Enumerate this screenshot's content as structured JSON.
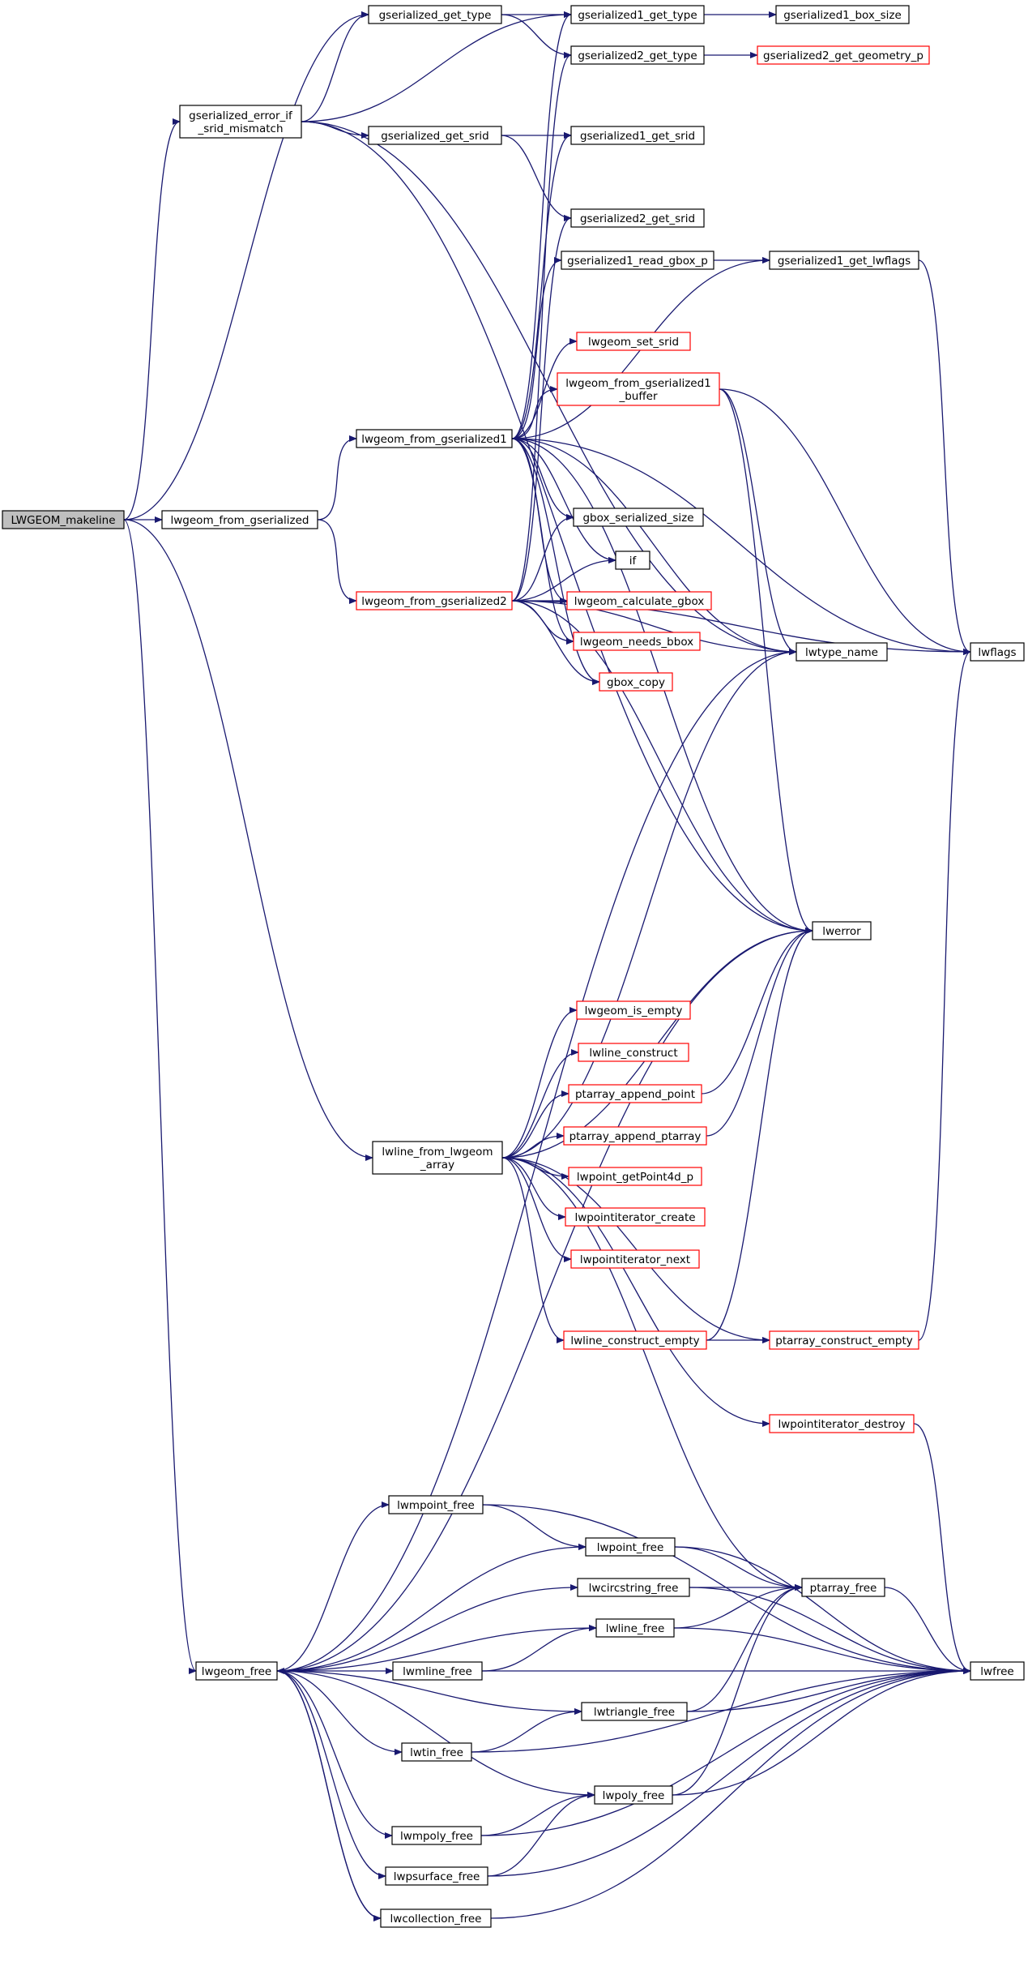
{
  "colors": {
    "edge": "#191970",
    "node_border": "#000000",
    "node_border_undocumented": "#ff0000",
    "root_fill": "#bfbfbf",
    "node_fill": "#ffffff"
  },
  "nodes": [
    {
      "id": "LWGEOM_makeline",
      "label": [
        "LWGEOM_makeline"
      ],
      "style": "root"
    },
    {
      "id": "lwgeom_from_gserialized",
      "label": [
        "lwgeom_from_gserialized"
      ],
      "style": "normal"
    },
    {
      "id": "gserialized_error_if_srid_mismatch",
      "label": [
        "gserialized_error_if",
        "_srid_mismatch"
      ],
      "style": "normal"
    },
    {
      "id": "gserialized_get_type",
      "label": [
        "gserialized_get_type"
      ],
      "style": "normal"
    },
    {
      "id": "gserialized_get_srid",
      "label": [
        "gserialized_get_srid"
      ],
      "style": "normal"
    },
    {
      "id": "lwgeom_from_gserialized1",
      "label": [
        "lwgeom_from_gserialized1"
      ],
      "style": "normal"
    },
    {
      "id": "lwgeom_from_gserialized2",
      "label": [
        "lwgeom_from_gserialized2"
      ],
      "style": "undocumented"
    },
    {
      "id": "lwline_from_lwgeom_array",
      "label": [
        "lwline_from_lwgeom",
        "_array"
      ],
      "style": "normal"
    },
    {
      "id": "lwgeom_free",
      "label": [
        "lwgeom_free"
      ],
      "style": "normal"
    },
    {
      "id": "gserialized1_get_type",
      "label": [
        "gserialized1_get_type"
      ],
      "style": "normal"
    },
    {
      "id": "gserialized2_get_type",
      "label": [
        "gserialized2_get_type"
      ],
      "style": "normal"
    },
    {
      "id": "gserialized1_get_srid",
      "label": [
        "gserialized1_get_srid"
      ],
      "style": "normal"
    },
    {
      "id": "gserialized2_get_srid",
      "label": [
        "gserialized2_get_srid"
      ],
      "style": "normal"
    },
    {
      "id": "gserialized1_read_gbox_p",
      "label": [
        "gserialized1_read_gbox_p"
      ],
      "style": "normal"
    },
    {
      "id": "lwgeom_set_srid",
      "label": [
        "lwgeom_set_srid"
      ],
      "style": "undocumented"
    },
    {
      "id": "lwgeom_from_gserialized1_buffer",
      "label": [
        "lwgeom_from_gserialized1",
        "_buffer"
      ],
      "style": "undocumented"
    },
    {
      "id": "gbox_serialized_size",
      "label": [
        "gbox_serialized_size"
      ],
      "style": "normal"
    },
    {
      "id": "if",
      "label": [
        "if"
      ],
      "style": "normal"
    },
    {
      "id": "lwgeom_calculate_gbox",
      "label": [
        "lwgeom_calculate_gbox"
      ],
      "style": "undocumented"
    },
    {
      "id": "lwgeom_needs_bbox",
      "label": [
        "lwgeom_needs_bbox"
      ],
      "style": "undocumented"
    },
    {
      "id": "gbox_copy",
      "label": [
        "gbox_copy"
      ],
      "style": "undocumented"
    },
    {
      "id": "lwgeom_is_empty",
      "label": [
        "lwgeom_is_empty"
      ],
      "style": "undocumented"
    },
    {
      "id": "lwline_construct",
      "label": [
        "lwline_construct"
      ],
      "style": "undocumented"
    },
    {
      "id": "ptarray_append_point",
      "label": [
        "ptarray_append_point"
      ],
      "style": "undocumented"
    },
    {
      "id": "ptarray_append_ptarray",
      "label": [
        "ptarray_append_ptarray"
      ],
      "style": "undocumented"
    },
    {
      "id": "lwpoint_getPoint4d_p",
      "label": [
        "lwpoint_getPoint4d_p"
      ],
      "style": "undocumented"
    },
    {
      "id": "lwpointiterator_create",
      "label": [
        "lwpointiterator_create"
      ],
      "style": "undocumented"
    },
    {
      "id": "lwpointiterator_next",
      "label": [
        "lwpointiterator_next"
      ],
      "style": "undocumented"
    },
    {
      "id": "lwline_construct_empty",
      "label": [
        "lwline_construct_empty"
      ],
      "style": "undocumented"
    },
    {
      "id": "lwpointiterator_destroy",
      "label": [
        "lwpointiterator_destroy"
      ],
      "style": "undocumented"
    },
    {
      "id": "lwmpoint_free",
      "label": [
        "lwmpoint_free"
      ],
      "style": "normal"
    },
    {
      "id": "lwpoint_free",
      "label": [
        "lwpoint_free"
      ],
      "style": "normal"
    },
    {
      "id": "lwcircstring_free",
      "label": [
        "lwcircstring_free"
      ],
      "style": "normal"
    },
    {
      "id": "lwline_free",
      "label": [
        "lwline_free"
      ],
      "style": "normal"
    },
    {
      "id": "lwmline_free",
      "label": [
        "lwmline_free"
      ],
      "style": "normal"
    },
    {
      "id": "lwtriangle_free",
      "label": [
        "lwtriangle_free"
      ],
      "style": "normal"
    },
    {
      "id": "lwtin_free",
      "label": [
        "lwtin_free"
      ],
      "style": "normal"
    },
    {
      "id": "lwpoly_free",
      "label": [
        "lwpoly_free"
      ],
      "style": "normal"
    },
    {
      "id": "lwmpoly_free",
      "label": [
        "lwmpoly_free"
      ],
      "style": "normal"
    },
    {
      "id": "lwpsurface_free",
      "label": [
        "lwpsurface_free"
      ],
      "style": "normal"
    },
    {
      "id": "lwcollection_free",
      "label": [
        "lwcollection_free"
      ],
      "style": "normal"
    },
    {
      "id": "gserialized1_box_size",
      "label": [
        "gserialized1_box_size"
      ],
      "style": "normal"
    },
    {
      "id": "gserialized2_get_geometry_p",
      "label": [
        "gserialized2_get_geometry_p"
      ],
      "style": "undocumented"
    },
    {
      "id": "gserialized1_get_lwflags",
      "label": [
        "gserialized1_get_lwflags"
      ],
      "style": "normal"
    },
    {
      "id": "lwtype_name",
      "label": [
        "lwtype_name"
      ],
      "style": "normal"
    },
    {
      "id": "lwerror",
      "label": [
        "lwerror"
      ],
      "style": "normal"
    },
    {
      "id": "ptarray_construct_empty",
      "label": [
        "ptarray_construct_empty"
      ],
      "style": "undocumented"
    },
    {
      "id": "ptarray_free",
      "label": [
        "ptarray_free"
      ],
      "style": "normal"
    },
    {
      "id": "lwflags",
      "label": [
        "lwflags"
      ],
      "style": "normal"
    },
    {
      "id": "lwfree",
      "label": [
        "lwfree"
      ],
      "style": "normal"
    }
  ],
  "edges": [
    [
      "LWGEOM_makeline",
      "gserialized_get_type"
    ],
    [
      "LWGEOM_makeline",
      "gserialized_error_if_srid_mismatch"
    ],
    [
      "LWGEOM_makeline",
      "lwgeom_from_gserialized"
    ],
    [
      "LWGEOM_makeline",
      "lwline_from_lwgeom_array"
    ],
    [
      "LWGEOM_makeline",
      "lwgeom_free"
    ],
    [
      "gserialized_error_if_srid_mismatch",
      "gserialized_get_type"
    ],
    [
      "gserialized_error_if_srid_mismatch",
      "gserialized1_get_type"
    ],
    [
      "gserialized_error_if_srid_mismatch",
      "lwtype_name"
    ],
    [
      "gserialized_error_if_srid_mismatch",
      "gserialized_get_srid"
    ],
    [
      "gserialized_error_if_srid_mismatch",
      "lwerror"
    ],
    [
      "gserialized_get_type",
      "gserialized1_get_type"
    ],
    [
      "gserialized_get_type",
      "gserialized2_get_type"
    ],
    [
      "gserialized1_get_type",
      "gserialized1_box_size"
    ],
    [
      "gserialized2_get_type",
      "gserialized2_get_geometry_p"
    ],
    [
      "gserialized_get_srid",
      "gserialized1_get_srid"
    ],
    [
      "gserialized_get_srid",
      "gserialized2_get_srid"
    ],
    [
      "gserialized1_read_gbox_p",
      "gserialized1_get_lwflags"
    ],
    [
      "gserialized1_get_lwflags",
      "lwflags"
    ],
    [
      "lwgeom_from_gserialized",
      "lwgeom_from_gserialized1"
    ],
    [
      "lwgeom_from_gserialized",
      "lwgeom_from_gserialized2"
    ],
    [
      "lwgeom_from_gserialized1",
      "gserialized1_get_type"
    ],
    [
      "lwgeom_from_gserialized1",
      "gserialized1_get_srid"
    ],
    [
      "lwgeom_from_gserialized1",
      "gserialized1_get_lwflags"
    ],
    [
      "lwgeom_from_gserialized1",
      "gserialized1_read_gbox_p"
    ],
    [
      "lwgeom_from_gserialized1",
      "lwflags"
    ],
    [
      "lwgeom_from_gserialized1",
      "lwgeom_set_srid"
    ],
    [
      "lwgeom_from_gserialized1",
      "lwgeom_from_gserialized1_buffer"
    ],
    [
      "lwgeom_from_gserialized1",
      "lwtype_name"
    ],
    [
      "lwgeom_from_gserialized1",
      "gbox_serialized_size"
    ],
    [
      "lwgeom_from_gserialized1",
      "if"
    ],
    [
      "lwgeom_from_gserialized1",
      "lwgeom_calculate_gbox"
    ],
    [
      "lwgeom_from_gserialized1",
      "lwgeom_needs_bbox"
    ],
    [
      "lwgeom_from_gserialized1",
      "gbox_copy"
    ],
    [
      "lwgeom_from_gserialized1",
      "lwerror"
    ],
    [
      "lwgeom_from_gserialized1_buffer",
      "lwflags"
    ],
    [
      "lwgeom_from_gserialized1_buffer",
      "lwtype_name"
    ],
    [
      "lwgeom_from_gserialized1_buffer",
      "lwerror"
    ],
    [
      "lwgeom_from_gserialized2",
      "gserialized2_get_type"
    ],
    [
      "lwgeom_from_gserialized2",
      "gserialized2_get_srid"
    ],
    [
      "lwgeom_from_gserialized2",
      "gbox_serialized_size"
    ],
    [
      "lwgeom_from_gserialized2",
      "if"
    ],
    [
      "lwgeom_from_gserialized2",
      "lwgeom_calculate_gbox"
    ],
    [
      "lwgeom_from_gserialized2",
      "lwgeom_needs_bbox"
    ],
    [
      "lwgeom_from_gserialized2",
      "gbox_copy"
    ],
    [
      "lwgeom_from_gserialized2",
      "lwtype_name"
    ],
    [
      "lwgeom_from_gserialized2",
      "lwflags"
    ],
    [
      "lwgeom_from_gserialized2",
      "lwerror"
    ],
    [
      "lwline_from_lwgeom_array",
      "lwtype_name"
    ],
    [
      "lwline_from_lwgeom_array",
      "lwerror"
    ],
    [
      "lwline_from_lwgeom_array",
      "lwgeom_is_empty"
    ],
    [
      "lwline_from_lwgeom_array",
      "lwline_construct"
    ],
    [
      "lwline_from_lwgeom_array",
      "ptarray_append_point"
    ],
    [
      "lwline_from_lwgeom_array",
      "ptarray_append_ptarray"
    ],
    [
      "lwline_from_lwgeom_array",
      "lwpoint_getPoint4d_p"
    ],
    [
      "lwline_from_lwgeom_array",
      "lwpointiterator_create"
    ],
    [
      "lwline_from_lwgeom_array",
      "lwpointiterator_next"
    ],
    [
      "lwline_from_lwgeom_array",
      "lwline_construct_empty"
    ],
    [
      "lwline_from_lwgeom_array",
      "ptarray_construct_empty"
    ],
    [
      "lwline_from_lwgeom_array",
      "lwpointiterator_destroy"
    ],
    [
      "lwline_from_lwgeom_array",
      "ptarray_free"
    ],
    [
      "ptarray_append_point",
      "lwerror"
    ],
    [
      "ptarray_append_ptarray",
      "lwerror"
    ],
    [
      "lwline_construct_empty",
      "lwerror"
    ],
    [
      "lwline_construct_empty",
      "ptarray_construct_empty"
    ],
    [
      "ptarray_construct_empty",
      "lwflags"
    ],
    [
      "lwpointiterator_destroy",
      "lwfree"
    ],
    [
      "lwgeom_free",
      "lwtype_name"
    ],
    [
      "lwgeom_free",
      "lwmpoint_free"
    ],
    [
      "lwgeom_free",
      "lwpoint_free"
    ],
    [
      "lwgeom_free",
      "lwcircstring_free"
    ],
    [
      "lwgeom_free",
      "lwline_free"
    ],
    [
      "lwgeom_free",
      "lwmline_free"
    ],
    [
      "lwgeom_free",
      "lwtriangle_free"
    ],
    [
      "lwgeom_free",
      "lwtin_free"
    ],
    [
      "lwgeom_free",
      "lwpoly_free"
    ],
    [
      "lwgeom_free",
      "lwmpoly_free"
    ],
    [
      "lwgeom_free",
      "lwpsurface_free"
    ],
    [
      "lwgeom_free",
      "lwcollection_free"
    ],
    [
      "lwgeom_free",
      "lwerror"
    ],
    [
      "lwmpoint_free",
      "lwpoint_free"
    ],
    [
      "lwmpoint_free",
      "lwfree"
    ],
    [
      "lwpoint_free",
      "ptarray_free"
    ],
    [
      "lwpoint_free",
      "lwfree"
    ],
    [
      "lwcircstring_free",
      "ptarray_free"
    ],
    [
      "lwcircstring_free",
      "lwfree"
    ],
    [
      "lwline_free",
      "ptarray_free"
    ],
    [
      "lwline_free",
      "lwfree"
    ],
    [
      "lwmline_free",
      "lwline_free"
    ],
    [
      "lwmline_free",
      "lwfree"
    ],
    [
      "lwtriangle_free",
      "ptarray_free"
    ],
    [
      "lwtriangle_free",
      "lwfree"
    ],
    [
      "lwtin_free",
      "lwtriangle_free"
    ],
    [
      "lwtin_free",
      "lwfree"
    ],
    [
      "lwpoly_free",
      "ptarray_free"
    ],
    [
      "lwpoly_free",
      "lwfree"
    ],
    [
      "lwmpoly_free",
      "lwpoly_free"
    ],
    [
      "lwmpoly_free",
      "lwfree"
    ],
    [
      "lwpsurface_free",
      "lwpoly_free"
    ],
    [
      "lwpsurface_free",
      "lwfree"
    ],
    [
      "lwcollection_free",
      "lwgeom_free"
    ],
    [
      "lwcollection_free",
      "lwfree"
    ],
    [
      "ptarray_free",
      "lwfree"
    ]
  ]
}
